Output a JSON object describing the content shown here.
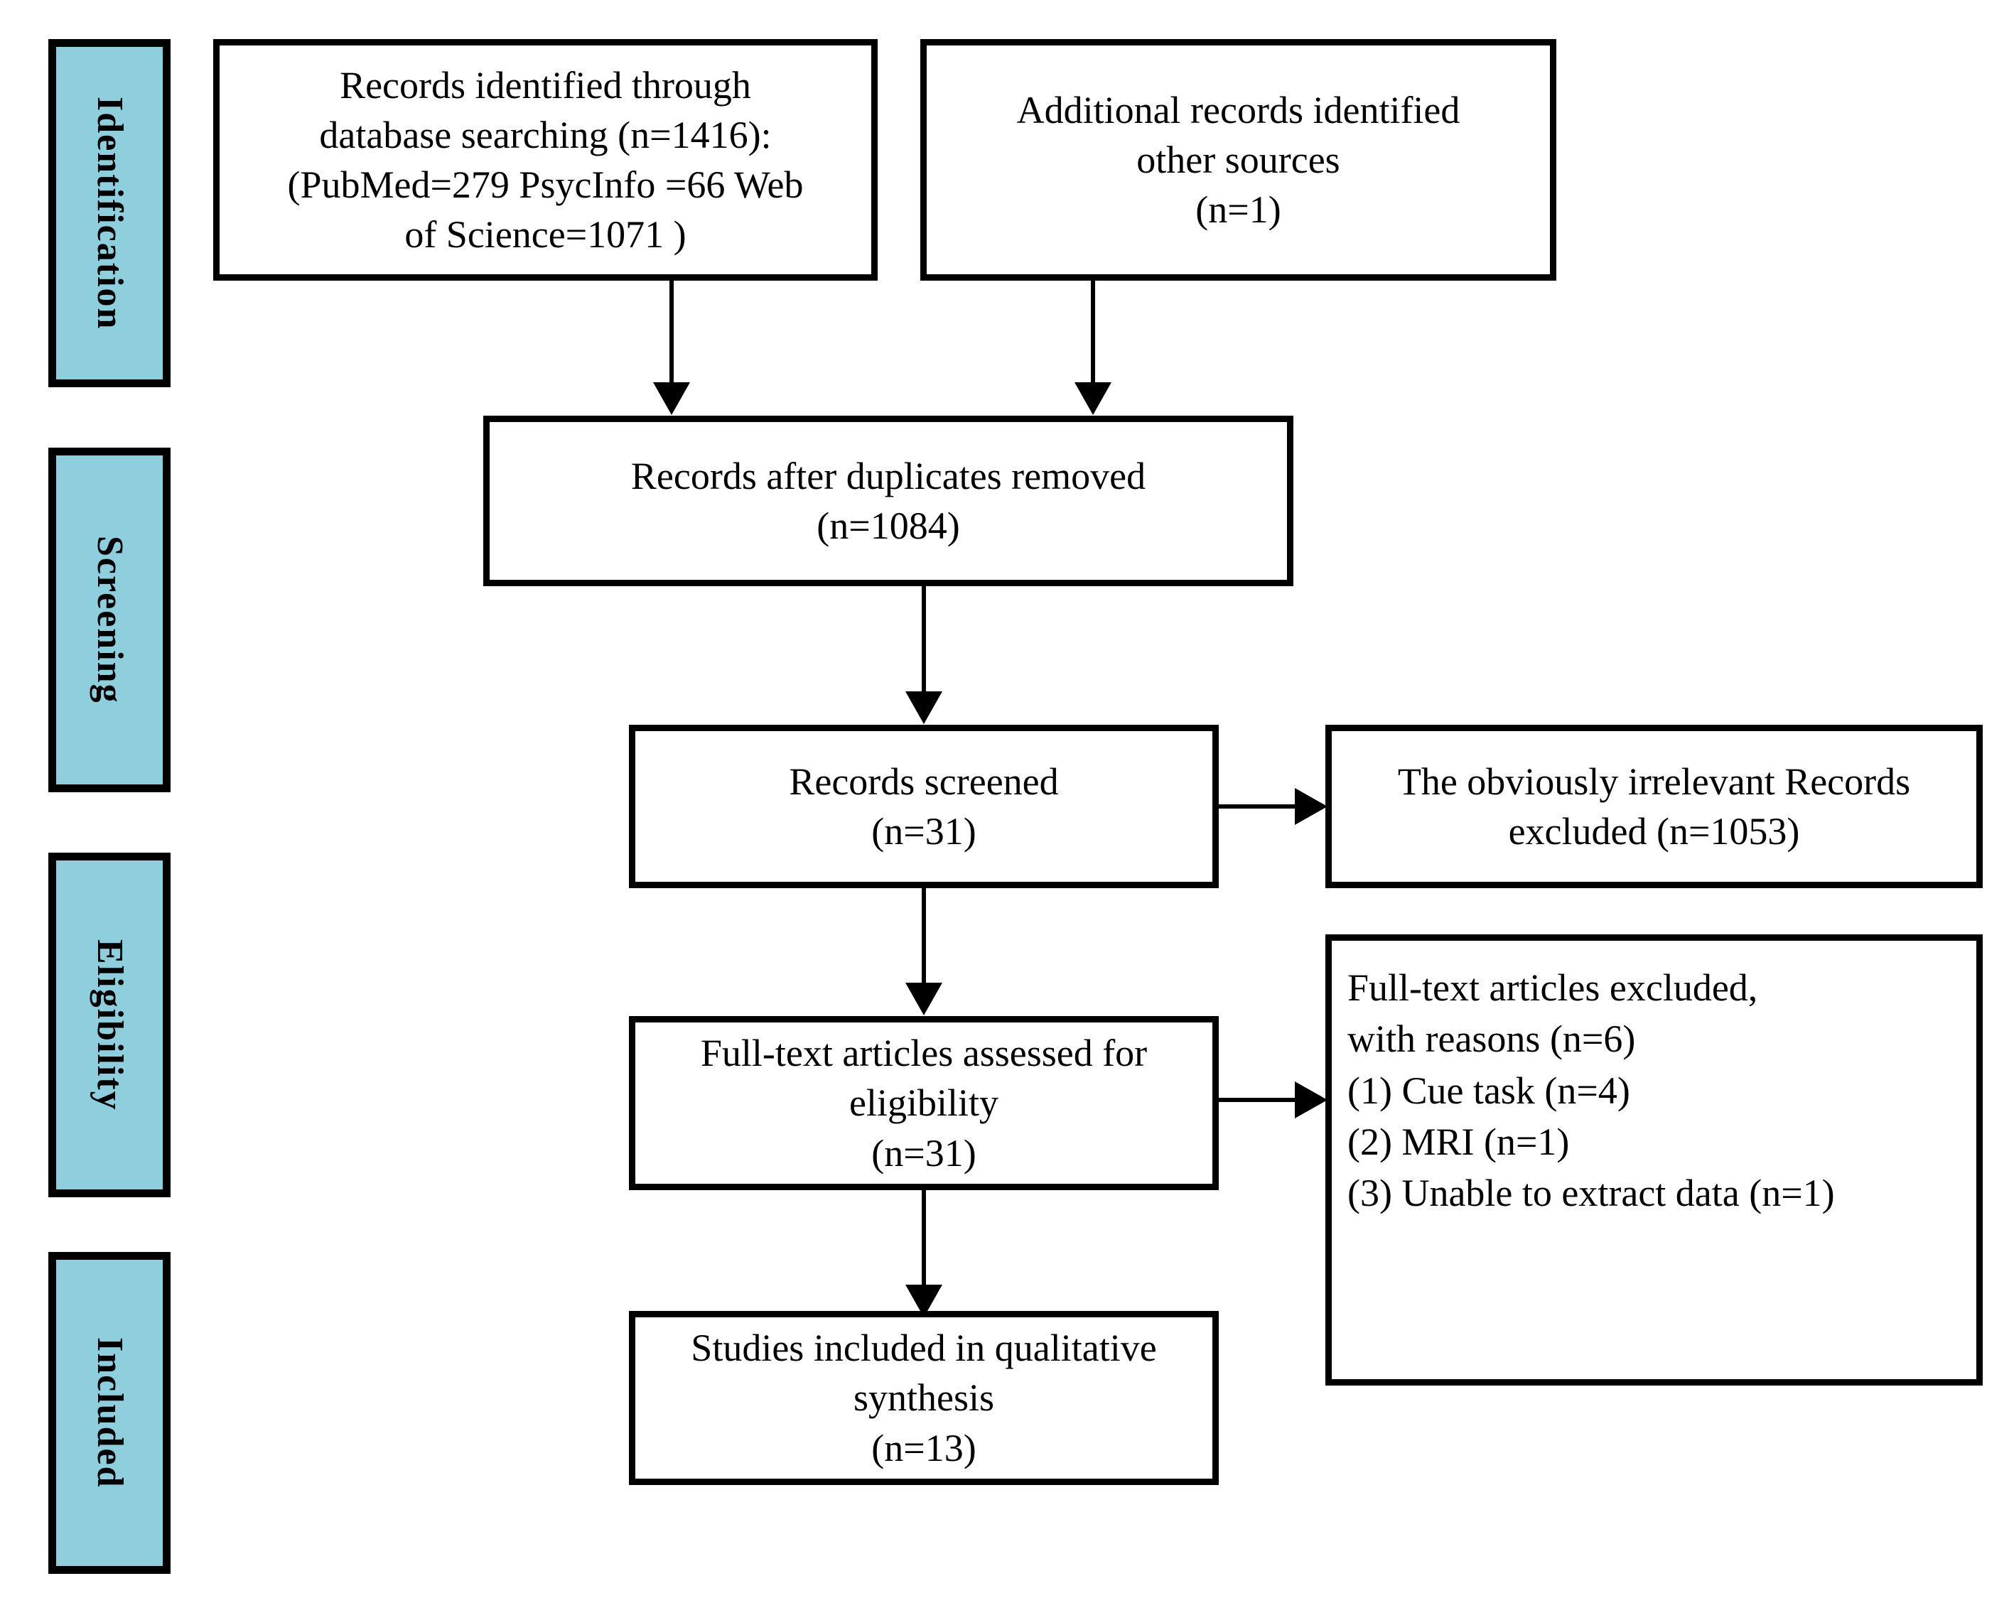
{
  "diagram": {
    "title": "PRISMA flow diagram",
    "accent_color": "#8fcedd",
    "line_color": "#000000",
    "background_color": "#ffffff"
  },
  "stages": [
    {
      "label": "Identification"
    },
    {
      "label": "Screening"
    },
    {
      "label": "Eligibility"
    },
    {
      "label": "Included"
    }
  ],
  "boxes": {
    "database_search": {
      "lines": [
        "Records identified through",
        "database searching (n=1416):",
        "(PubMed=279 PsycInfo =66 Web",
        "of Science=1071 )"
      ]
    },
    "other_sources": {
      "lines": [
        "Additional records identified",
        "other sources",
        "(n=1)"
      ]
    },
    "duplicates_removed": {
      "lines": [
        "Records after duplicates removed",
        "(n=1084)"
      ]
    },
    "records_screened": {
      "lines": [
        "Records screened",
        "(n=31)"
      ]
    },
    "records_excluded": {
      "lines": [
        "The obviously irrelevant Records",
        "excluded (n=1053)"
      ]
    },
    "fulltext_assessed": {
      "lines": [
        "Full-text articles assessed for",
        "eligibility",
        "(n=31)"
      ]
    },
    "fulltext_excluded": {
      "lines": [
        "Full-text articles excluded,",
        "with reasons (n=6)",
        "(1) Cue task (n=4)",
        "(2) MRI (n=1)",
        "(3) Unable to extract data (n=1)"
      ]
    },
    "studies_included": {
      "lines": [
        "Studies included in qualitative",
        "synthesis",
        "(n=13)"
      ]
    }
  },
  "counts": {
    "database_total": 1416,
    "pubmed": 279,
    "psycinfo": 66,
    "web_of_science": 1071,
    "other_sources": 1,
    "after_duplicates": 1084,
    "screened": 31,
    "screened_excluded": 1053,
    "fulltext_assessed": 31,
    "fulltext_excluded": 6,
    "reason_cue_task": 4,
    "reason_mri": 1,
    "reason_unable_extract": 1,
    "included_qualitative": 13
  }
}
